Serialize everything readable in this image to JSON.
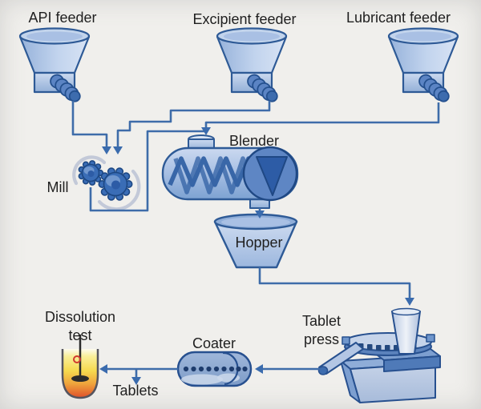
{
  "diagram": {
    "title_hint": "continuous tablet manufacturing process flow",
    "nodes": {
      "api_feeder": {
        "label": "API feeder"
      },
      "excipient_feeder": {
        "label": "Excipient feeder"
      },
      "lubricant_feeder": {
        "label": "Lubricant feeder"
      },
      "mill": {
        "label": "Mill"
      },
      "blender": {
        "label": "Blender"
      },
      "hopper": {
        "label": "Hopper"
      },
      "tablet_press": {
        "label": "Tablet press"
      },
      "coater": {
        "label": "Coater"
      },
      "tablets": {
        "label": "Tablets"
      },
      "dissolution_test": {
        "label": "Dissolution test"
      }
    },
    "edges": [
      {
        "from": "api_feeder",
        "to": "mill"
      },
      {
        "from": "excipient_feeder",
        "to": "mill"
      },
      {
        "from": "mill",
        "to": "blender"
      },
      {
        "from": "lubricant_feeder",
        "to": "blender"
      },
      {
        "from": "blender",
        "to": "hopper"
      },
      {
        "from": "hopper",
        "to": "tablet_press"
      },
      {
        "from": "tablet_press",
        "to": "coater"
      },
      {
        "from": "coater",
        "to": "tablets"
      },
      {
        "from": "coater",
        "to": "dissolution_test"
      }
    ],
    "colors": {
      "background": "#f0efec",
      "flow_line": "#3e6ca9",
      "machine_outline": "#2d5894",
      "machine_fill_light": "#c9d8ef",
      "machine_fill_dark": "#7fa3d2",
      "gear_fill": "#3a6db6",
      "swoosh_gray": "#c3c9d8",
      "liquid_top": "#f9ef9a",
      "liquid_bottom": "#df4f2b",
      "stirrer_dark": "#2b2b2b",
      "red_ring": "#d03a30"
    }
  }
}
